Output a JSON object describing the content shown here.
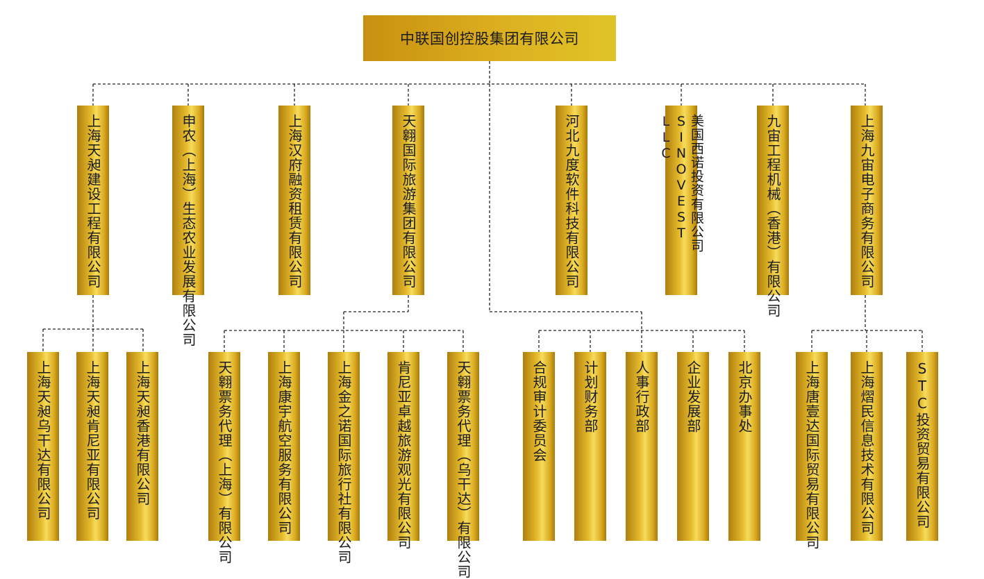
{
  "root": "中联国创控股集团有限公司",
  "level1": [
    "上海天昶建设工程有限公司",
    "申农（上海）生态农业发展有限公司",
    "上海汉府融资租赁有限公司",
    "天翱国际旅游集团有限公司",
    "河北九度软件科技有限公司",
    "美国西诺投资有限公司 SINOVEST LLC",
    "九宙工程机械（香港）有限公司",
    "上海九宙电子商务有限公司"
  ],
  "level2": [
    "上海天昶乌干达有限公司",
    "上海天昶肯尼亚有限公司",
    "上海天昶香港有限公司",
    "天翱票务代理（上海）有限公司",
    "上海康宇航空服务有限公司",
    "上海金之诺国际旅行社有限公司",
    "肯尼亚卓越旅游观光有限公司",
    "天翱票务代理（乌干达）有限公司",
    "合规审计委员会",
    "计划财务部",
    "人事行政部",
    "企业发展部",
    "北京办事处",
    "上海唐壹达国际贸易有限公司",
    "上海熠民信息技术有限公司",
    "STC投资贸易有限公司"
  ],
  "colors": {
    "line": "#222222",
    "gold_dark": "#b07f0d",
    "gold_light": "#f7dc5c"
  }
}
